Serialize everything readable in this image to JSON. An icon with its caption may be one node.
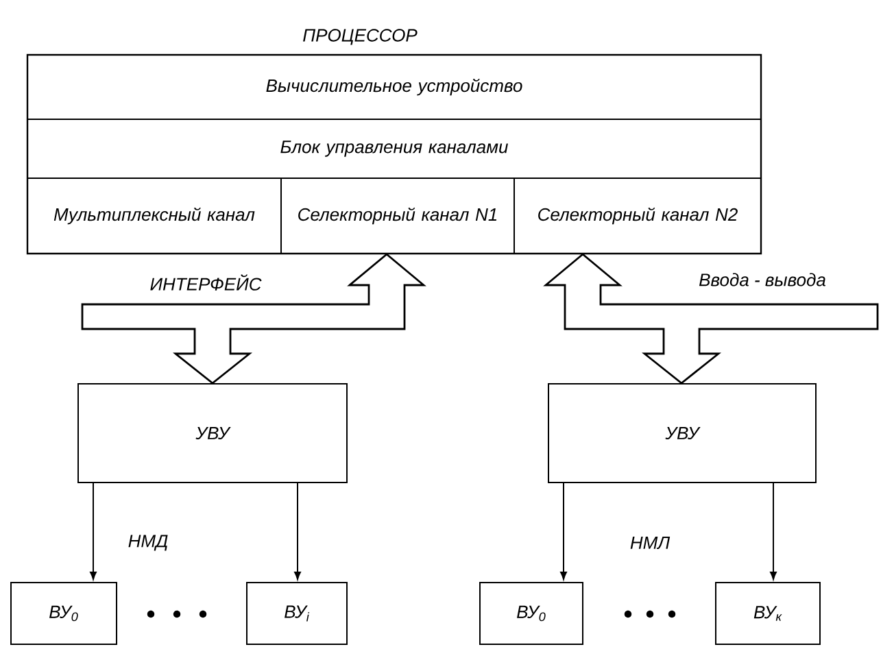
{
  "diagram": {
    "nodes": [
      {
        "text": [
          "ПРОЦЕССОР"
        ]
      },
      {
        "text": [
          "Вычислительное устройство"
        ],
        "in": 0
      },
      {
        "text": [
          "Блок управления каналами"
        ],
        "in": 0
      },
      {
        "text": [
          "Мультиплексный канал"
        ],
        "in": 0
      },
      {
        "text": [
          "Селекторный канал N1"
        ],
        "in": 0
      },
      {
        "text": [
          "Селекторный канал N2"
        ],
        "in": 0
      },
      {
        "text": [
          "УВУ"
        ]
      },
      {
        "text": [
          "УВУ"
        ]
      },
      {
        "text": [
          "ВУ$_{0}$"
        ]
      },
      {
        "text": [
          "ВУ$_{i}$"
        ]
      },
      {
        "text": [
          "ВУ$_{0}$"
        ]
      },
      {
        "text": [
          "ВУ$_{к}$"
        ]
      }
    ],
    "edges": [
      {
        "from": 4,
        "to": 6,
        "arrow": "both",
        "style": "thick"
      },
      {
        "from": 5,
        "to": 7,
        "arrow": "both",
        "style": "thick"
      },
      {
        "from": 6,
        "to": 8,
        "arrow": "to"
      },
      {
        "from": 6,
        "to": 9,
        "arrow": "to"
      },
      {
        "from": 7,
        "to": 10,
        "arrow": "to"
      },
      {
        "from": 7,
        "to": 11,
        "arrow": "to"
      }
    ],
    "labels": [
      "ИНТЕРФЕЙС",
      "Ввода - вывода",
      "НМД",
      "НМЛ"
    ]
  }
}
